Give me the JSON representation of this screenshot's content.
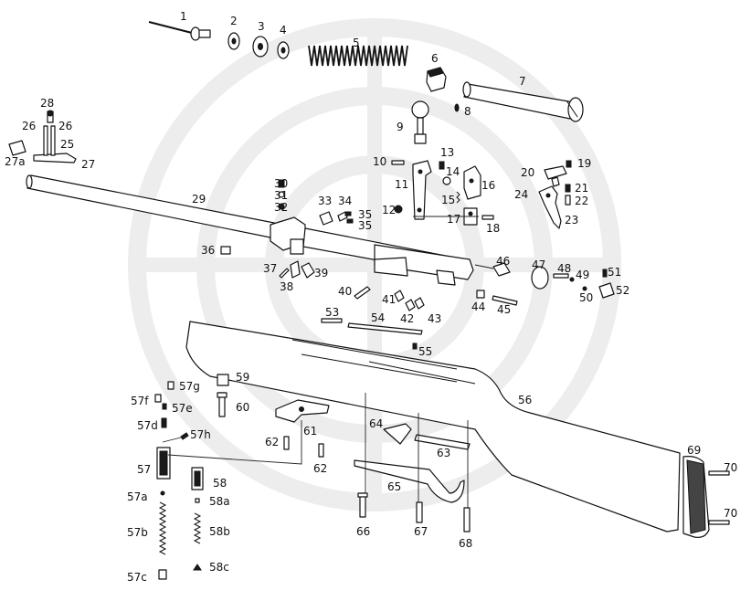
{
  "watermark": {
    "icon": "crosshair-target-icon",
    "color": "#ededed"
  },
  "diagram": {
    "line_color": "#111111",
    "background": "#ffffff",
    "part_labels": [
      "1",
      "2",
      "3",
      "4",
      "5",
      "6",
      "7",
      "8",
      "9",
      "10",
      "11",
      "12",
      "13",
      "14",
      "15",
      "16",
      "17",
      "18",
      "19",
      "20",
      "21",
      "22",
      "23",
      "24",
      "25",
      "26",
      "26",
      "27",
      "27a",
      "28",
      "29",
      "30",
      "31",
      "32",
      "33",
      "34",
      "35",
      "35",
      "36",
      "37",
      "38",
      "39",
      "40",
      "41",
      "42",
      "43",
      "44",
      "45",
      "46",
      "47",
      "48",
      "49",
      "50",
      "51",
      "52",
      "53",
      "54",
      "55",
      "56",
      "57",
      "57a",
      "57b",
      "57c",
      "57d",
      "57e",
      "57f",
      "57g",
      "57h",
      "58",
      "58a",
      "58b",
      "58c",
      "59",
      "60",
      "61",
      "62",
      "62",
      "63",
      "64",
      "65",
      "66",
      "67",
      "68",
      "69",
      "70",
      "70"
    ]
  }
}
